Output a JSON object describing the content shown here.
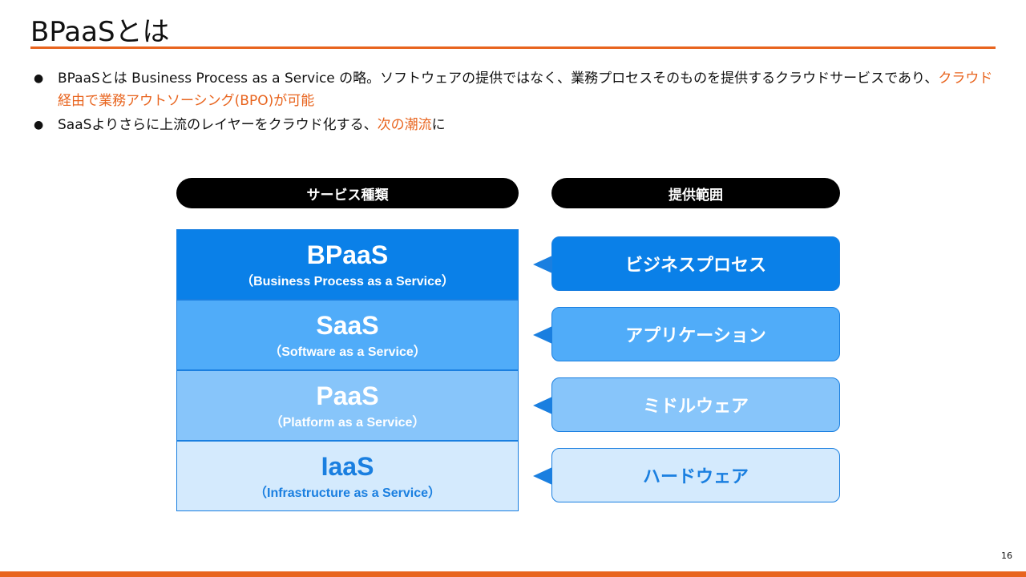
{
  "title": "BPaaSとは",
  "bullets": [
    {
      "p1": "BPaaSとは Business Process as a Service の略。ソフトウェアの提供ではなく、業務プロセスそのものを提供するクラウドサービスであり、",
      "hl": "クラウド経由で業務アウトソーシング(BPO)が可能",
      "p2": ""
    },
    {
      "p1": "SaaSよりさらに上流のレイヤーをクラウド化する、",
      "hl": "次の潮流",
      "p2": "に"
    }
  ],
  "headers": {
    "left": "サービス種類",
    "right": "提供範囲"
  },
  "layers": [
    {
      "name": "BPaaS",
      "full": "（Business Process as a Service）",
      "scope": "ビジネスプロセス",
      "color": "#0a80e8"
    },
    {
      "name": "SaaS",
      "full": "（Software as a Service）",
      "scope": "アプリケーション",
      "color": "#50acf9"
    },
    {
      "name": "PaaS",
      "full": "（Platform as a Service）",
      "scope": "ミドルウェア",
      "color": "#87c5fa"
    },
    {
      "name": "IaaS",
      "full": "（Infrastructure as a Service）",
      "scope": "ハードウェア",
      "color": "#d4eafd"
    }
  ],
  "page_number": "16"
}
